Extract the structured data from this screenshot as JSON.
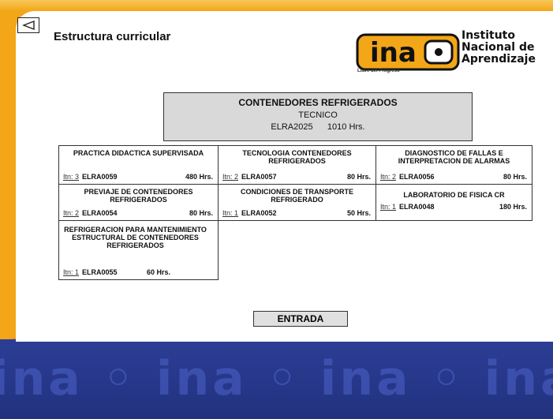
{
  "window": {
    "title": "Estructura curricular",
    "back_icon": "triangle-left-icon",
    "accent": "#f3a617",
    "background_blue": "#2e3f9a"
  },
  "logo": {
    "mark": "ina",
    "tagline": "Llave del Progreso",
    "line1": "Instituto",
    "line2": "Nacional de",
    "line3": "Aprendizaje"
  },
  "program": {
    "title": "CONTENEDORES REFRIGERADOS",
    "level": "TECNICO",
    "code": "ELRA2025",
    "hours": "1010 Hrs."
  },
  "modules": [
    {
      "name": "PRACTICA DIDACTICA SUPERVISADA",
      "itn": "Itn: 3",
      "code": "ELRA0059",
      "hours": "480 Hrs."
    },
    {
      "name": "TECNOLOGIA CONTENEDORES REFRIGERADOS",
      "itn": "Itn: 2",
      "code": "ELRA0057",
      "hours": "80 Hrs."
    },
    {
      "name": "DIAGNOSTICO DE FALLAS E INTERPRETACION DE ALARMAS",
      "itn": "Itn: 2",
      "code": "ELRA0056",
      "hours": "80 Hrs."
    },
    {
      "name": "PREVIAJE DE CONTENEDORES REFRIGERADOS",
      "itn": "Itn: 2",
      "code": "ELRA0054",
      "hours": "80 Hrs."
    },
    {
      "name": "CONDICIONES DE TRANSPORTE REFRIGERADO",
      "itn": "Itn: 1",
      "code": "ELRA0052",
      "hours": "50 Hrs."
    },
    {
      "name": "LABORATORIO DE FISICA CR",
      "itn": "Itn: 1",
      "code": "ELRA0048",
      "hours": "180 Hrs."
    },
    {
      "name": "REFRIGERACION PARA MANTENIMIENTO ESTRUCTURAL DE CONTENEDORES REFRIGERADOS",
      "itn": "Itn: 1",
      "code": "ELRA0055",
      "hours": "60 Hrs."
    }
  ],
  "actions": {
    "entrada": "ENTRADA"
  }
}
